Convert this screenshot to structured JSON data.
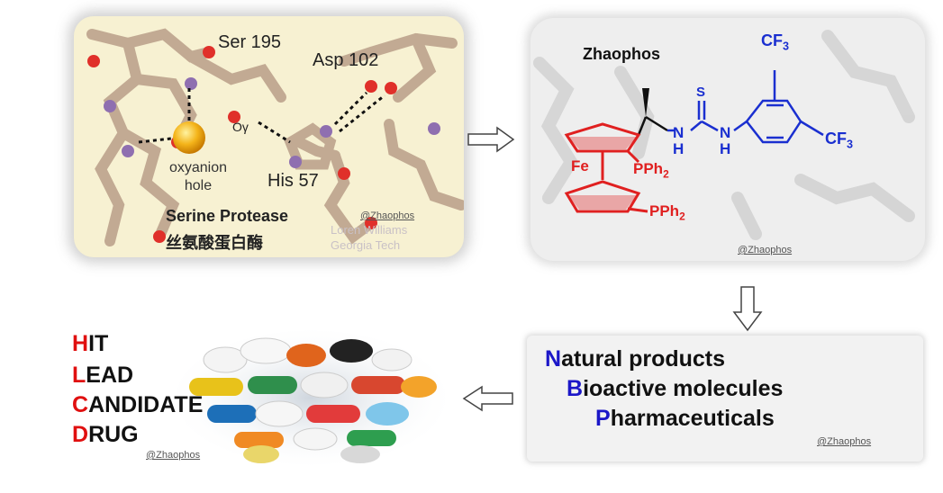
{
  "panel_enzyme": {
    "labels": {
      "ser": "Ser 195",
      "asp": "Asp 102",
      "ogamma": "Oγ",
      "oxyanion": "oxyanion",
      "hole": "hole",
      "his": "His 57",
      "title": "Serine Protease",
      "title_cn": "丝氨酸蛋白酶",
      "credit1": "Loren Williams",
      "credit2": "Georgia Tech",
      "watermark": "@Zhaophos"
    }
  },
  "panel_catalyst": {
    "name": "Zhaophos",
    "labels": {
      "cf3_top": "CF3",
      "cf3_right": "CF3",
      "s": "S",
      "n1": "N",
      "h1": "H",
      "n2": "N",
      "h2": "H",
      "fe": "Fe",
      "pph2_a": "PPh2",
      "pph2_b": "PPh2"
    },
    "watermark": "@Zhaophos"
  },
  "panel_products": {
    "items": [
      {
        "cap": "N",
        "rest": "atural products"
      },
      {
        "cap": "B",
        "rest": "ioactive molecules"
      },
      {
        "cap": "P",
        "rest": "harmaceuticals"
      }
    ],
    "watermark": "@Zhaophos"
  },
  "stages": [
    {
      "cap": "H",
      "rest": "IT"
    },
    {
      "cap": "L",
      "rest": "EAD"
    },
    {
      "cap": "C",
      "rest": "ANDIDATE"
    },
    {
      "cap": "D",
      "rest": "RUG"
    }
  ],
  "pills_watermark": "@Zhaophos",
  "colors": {
    "blue_cap": "#1c17c8",
    "red_cap": "#e01010",
    "catalyst_red": "#e02020",
    "catalyst_blue": "#1a2fd0"
  }
}
